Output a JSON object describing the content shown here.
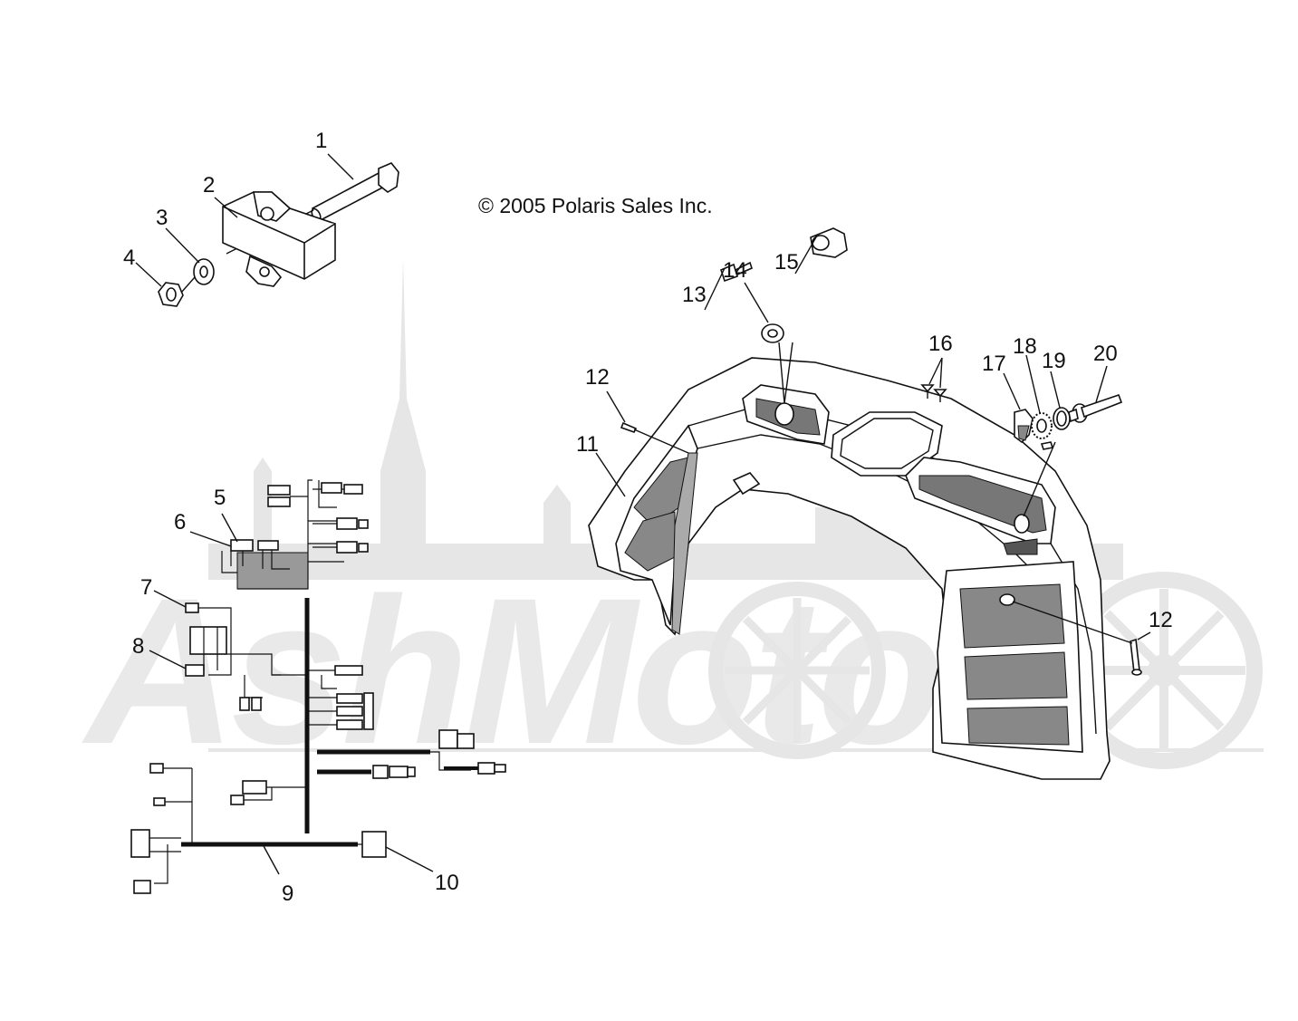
{
  "diagram": {
    "copyright": "© 2005 Polaris Sales Inc.",
    "watermark": "AshMoto",
    "callouts": [
      {
        "label": "1"
      },
      {
        "label": "2"
      },
      {
        "label": "3"
      },
      {
        "label": "4"
      },
      {
        "label": "5"
      },
      {
        "label": "6"
      },
      {
        "label": "7"
      },
      {
        "label": "8"
      },
      {
        "label": "9"
      },
      {
        "label": "10"
      },
      {
        "label": "11"
      },
      {
        "label": "12"
      },
      {
        "label": "13"
      },
      {
        "label": "14"
      },
      {
        "label": "15"
      },
      {
        "label": "16"
      },
      {
        "label": "17"
      },
      {
        "label": "18"
      },
      {
        "label": "19"
      },
      {
        "label": "20"
      },
      {
        "label": "12"
      }
    ]
  }
}
